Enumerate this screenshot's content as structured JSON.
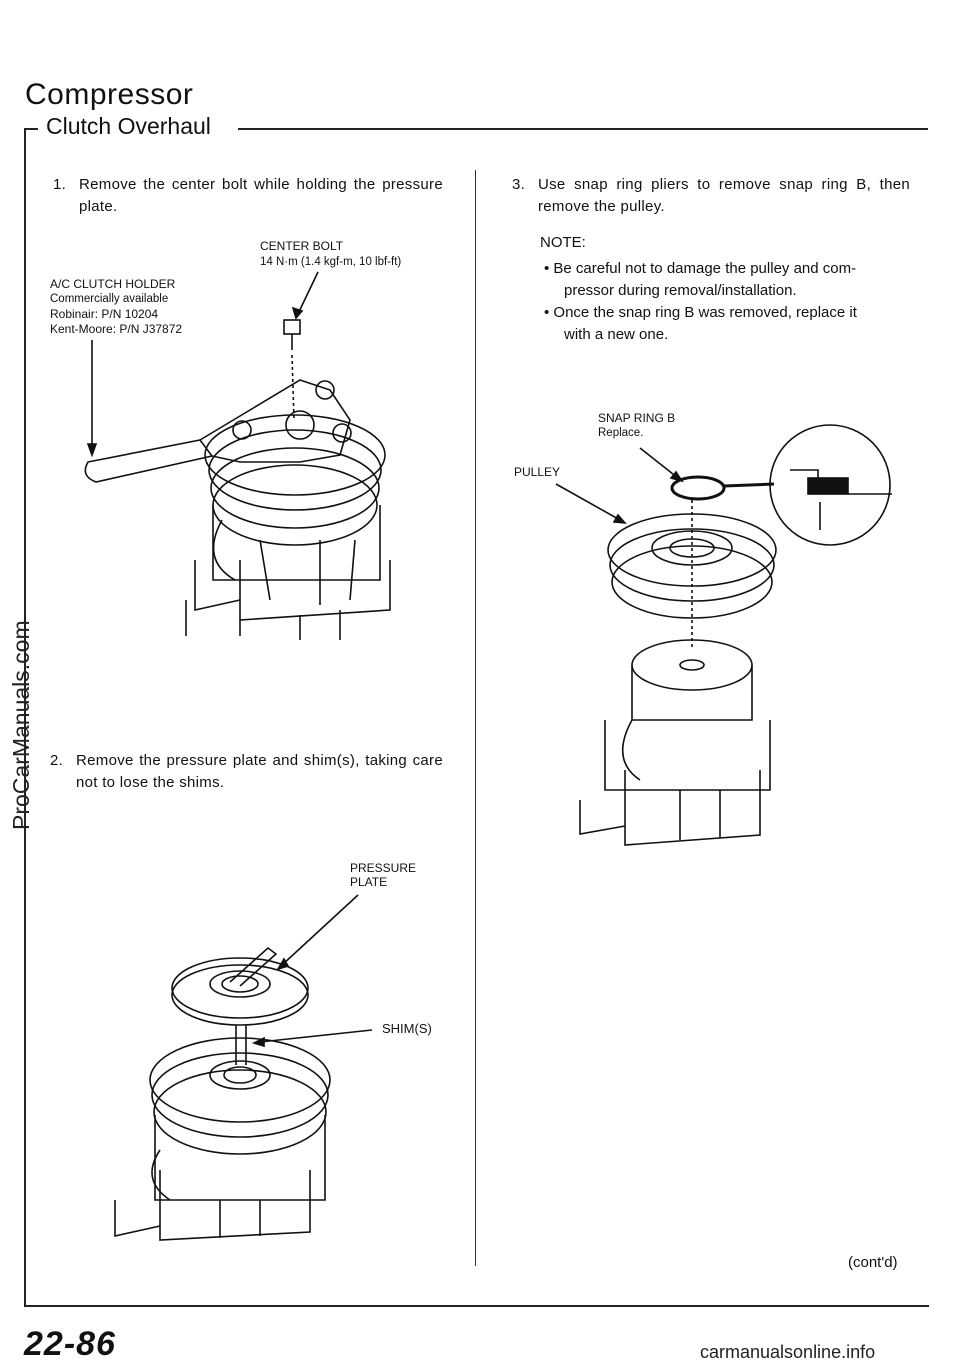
{
  "header": {
    "title": "Compressor",
    "subtitle": "Clutch Overhaul"
  },
  "steps": [
    {
      "num": "1.",
      "text": "Remove the center bolt while holding the pressure plate."
    },
    {
      "num": "2.",
      "text": "Remove the pressure plate and shim(s), taking care not to lose the shims."
    },
    {
      "num": "3.",
      "text": "Use snap ring pliers to remove snap ring B, then remove the pulley."
    }
  ],
  "note": {
    "heading": "NOTE:",
    "bullets": [
      {
        "line1": "• Be careful not to damage the pulley and com-",
        "line2": "pressor during removal/installation."
      },
      {
        "line1": "• Once the snap ring B was removed, replace it",
        "line2": "with a new one."
      }
    ]
  },
  "figure1": {
    "center_bolt": "CENTER BOLT",
    "torque": "14 N·m (1.4 kgf-m, 10 lbf-ft)",
    "holder": "A/C CLUTCH HOLDER",
    "holder_avail": "Commercially available",
    "robinair": "Robinair: P/N 10204",
    "kentmoore": "Kent-Moore: P/N J37872"
  },
  "figure2": {
    "pressure_plate_1": "PRESSURE",
    "pressure_plate_2": "PLATE",
    "shims": "SHIM(S)"
  },
  "figure3": {
    "snap_ring": "SNAP RING B",
    "replace": "Replace.",
    "pulley": "PULLEY"
  },
  "footer": {
    "contd": "(cont'd)",
    "page_number": "22-86",
    "site": "carmanualsonline.info",
    "watermark": "ProCarManuals.com"
  }
}
